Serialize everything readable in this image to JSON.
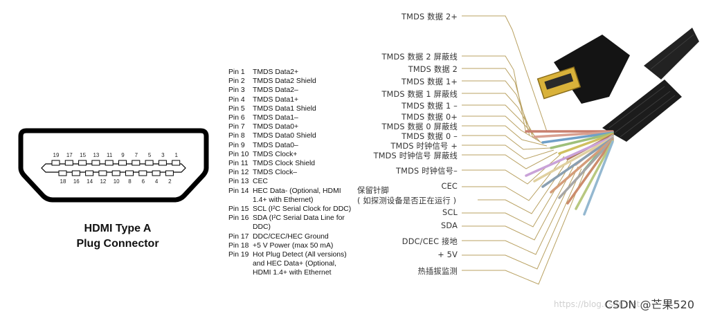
{
  "connector": {
    "top_pins": [
      "19",
      "17",
      "15",
      "13",
      "11",
      "9",
      "7",
      "5",
      "3",
      "1"
    ],
    "bottom_pins": [
      "18",
      "16",
      "14",
      "12",
      "10",
      "8",
      "6",
      "4",
      "2"
    ],
    "title_line1": "HDMI Type A",
    "title_line2": "Plug Connector"
  },
  "pins": [
    {
      "label": "Pin 1",
      "desc": "TMDS Data2+"
    },
    {
      "label": "Pin 2",
      "desc": "TMDS Data2 Shield"
    },
    {
      "label": "Pin 3",
      "desc": "TMDS Data2–"
    },
    {
      "label": "Pin 4",
      "desc": "TMDS Data1+"
    },
    {
      "label": "Pin 5",
      "desc": "TMDS Data1 Shield"
    },
    {
      "label": "Pin 6",
      "desc": "TMDS Data1–"
    },
    {
      "label": "Pin 7",
      "desc": "TMDS Data0+"
    },
    {
      "label": "Pin 8",
      "desc": "TMDS Data0 Shield"
    },
    {
      "label": "Pin 9",
      "desc": "TMDS Data0–"
    },
    {
      "label": "Pin 10",
      "desc": "TMDS Clock+"
    },
    {
      "label": "Pin 11",
      "desc": "TMDS Clock Shield"
    },
    {
      "label": "Pin 12",
      "desc": "TMDS Clock–"
    },
    {
      "label": "Pin 13",
      "desc": "CEC"
    },
    {
      "label": "Pin 14",
      "desc": "HEC Data- (Optional, HDMI 1.4+ with Ethernet)"
    },
    {
      "label": "Pin 15",
      "desc": "SCL (I²C Serial Clock for DDC)"
    },
    {
      "label": "Pin 16",
      "desc": "SDA (I²C Serial Data Line for DDC)"
    },
    {
      "label": "Pin 17",
      "desc": "DDC/CEC/HEC Ground"
    },
    {
      "label": "Pin 18",
      "desc": "+5 V Power (max 50 mA)"
    },
    {
      "label": "Pin 19",
      "desc": "Hot Plug Detect (All versions) and HEC Data+ (Optional, HDMI 1.4+ with Ethernet"
    }
  ],
  "cable_labels": [
    "TMDS 数据 2+",
    "TMDS 数据 2 屏蔽线",
    "TMDS 数据 2",
    "TMDS 数据 1+",
    "TMDS 数据 1 屏蔽线",
    "TMDS 数据 1 –",
    "TMDS 数据 0+",
    "TMDS 数据 0 屏蔽线",
    "TMDS 数据 0 –",
    "TMDS 时钟信号 +",
    "TMDS 时钟信号 屏蔽线",
    "TMDS 时钟信号–",
    "CEC",
    "保留针脚",
    "( 如探测设备是否正在运行 )",
    "SCL",
    "SDA",
    "DDC/CEC 接地",
    "+ 5V",
    "热插拔监测"
  ],
  "watermark": "CSDN @芒果520",
  "watermark_faint": "https://blog.csdn.net",
  "colors": {
    "wire_line": "#b8a060",
    "cable_black": "#1a1a1a",
    "gold": "#d9b23a"
  }
}
